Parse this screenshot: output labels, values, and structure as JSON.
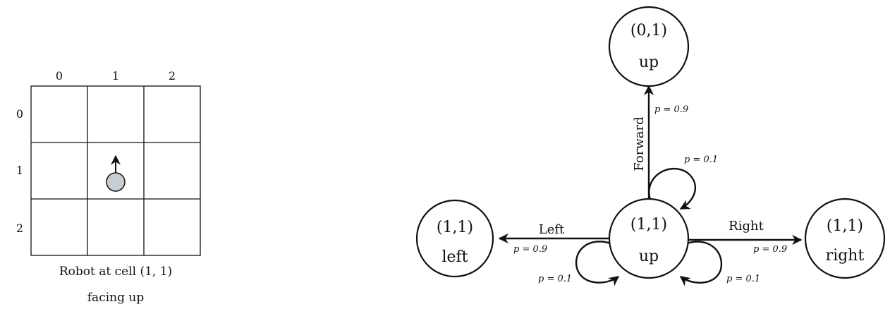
{
  "grid": {
    "col_labels": [
      "0",
      "1",
      "2"
    ],
    "row_labels": [
      "0",
      "1",
      "2"
    ],
    "robot": {
      "row": 1,
      "col": 1,
      "heading": "up",
      "color": "#c7cdd4"
    },
    "caption_line1": "Robot at cell (1, 1)",
    "caption_line2": "facing up"
  },
  "states": {
    "center": {
      "pos": "(1,1)",
      "dir": "up"
    },
    "top": {
      "pos": "(0,1)",
      "dir": "up"
    },
    "left": {
      "pos": "(1,1)",
      "dir": "left"
    },
    "right": {
      "pos": "(1,1)",
      "dir": "right"
    }
  },
  "actions": {
    "forward": {
      "label": "Forward",
      "p_success": "p = 0.9",
      "p_stay": "p = 0.1"
    },
    "left": {
      "label": "Left",
      "p_success": "p = 0.9",
      "p_stay": "p = 0.1"
    },
    "right": {
      "label": "Right",
      "p_success": "p = 0.9",
      "p_stay": "p = 0.1"
    }
  }
}
